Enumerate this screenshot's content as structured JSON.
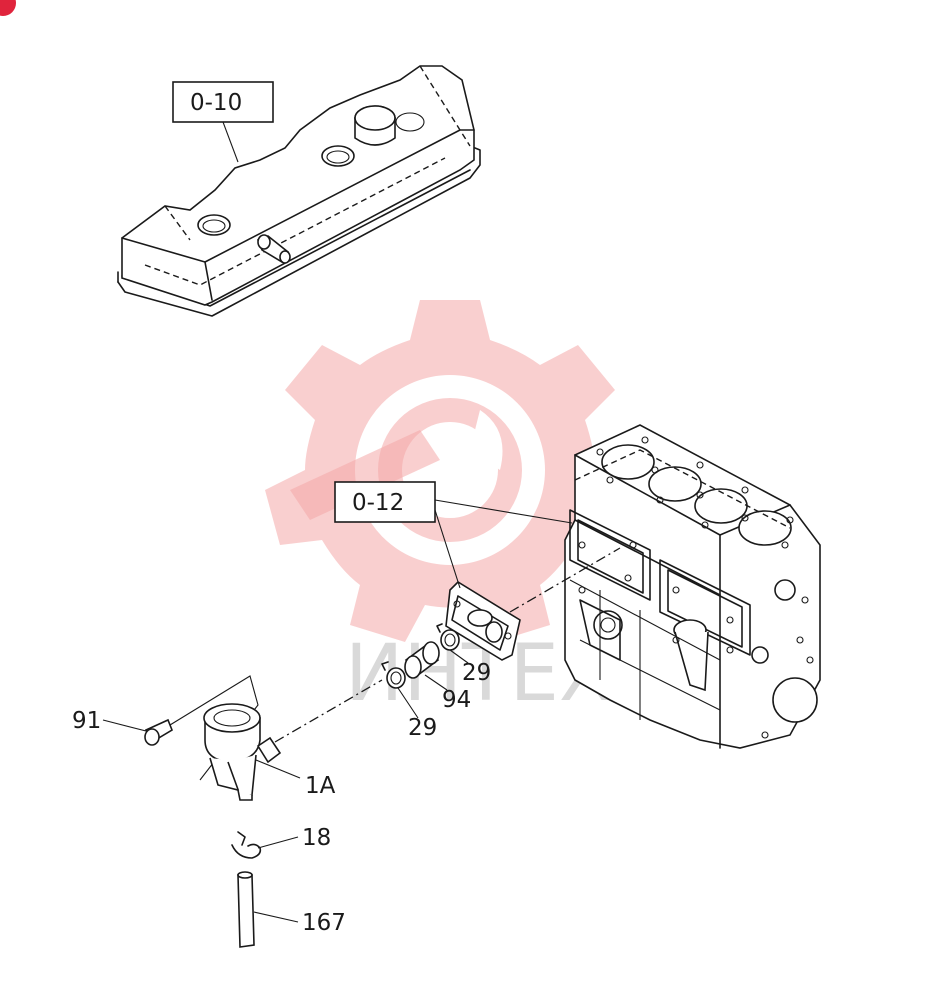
{
  "watermark": {
    "text": "ИНТЕХ",
    "color": "#f4a8a8"
  },
  "badge": {
    "color": "#e0243c"
  },
  "callouts": {
    "cover": "0-10",
    "block": "0-12",
    "p91": "91",
    "p1A": "1A",
    "p18": "18",
    "p167": "167",
    "p94": "94",
    "p29a": "29",
    "p29b": "29"
  }
}
